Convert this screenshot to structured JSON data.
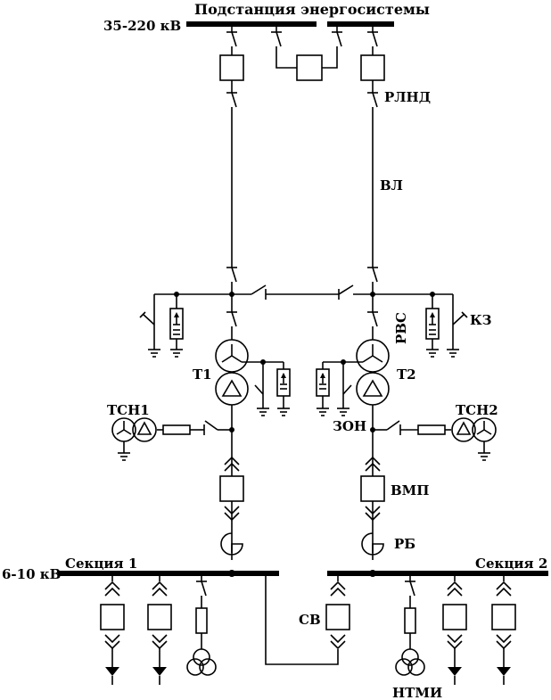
{
  "labels": {
    "substation_title": "Подстанция энергосистемы",
    "hv_voltage": "35-220 кВ",
    "disconnector": "РЛНД",
    "overhead_line": "ВЛ",
    "surge_arrester": "РВС",
    "short_circuiter": "КЗ",
    "transformer_1": "Т1",
    "transformer_2": "Т2",
    "aux_transformer_1": "ТСН1",
    "aux_transformer_2": "ТСН2",
    "neutral_disconnector": "ЗОН",
    "breaker": "ВМП",
    "reactor": "РБ",
    "lv_voltage": "6-10 кВ",
    "section_1": "Секция 1",
    "section_2": "Секция 2",
    "bus_coupler": "СВ",
    "voltage_transformer": "НТМИ"
  }
}
